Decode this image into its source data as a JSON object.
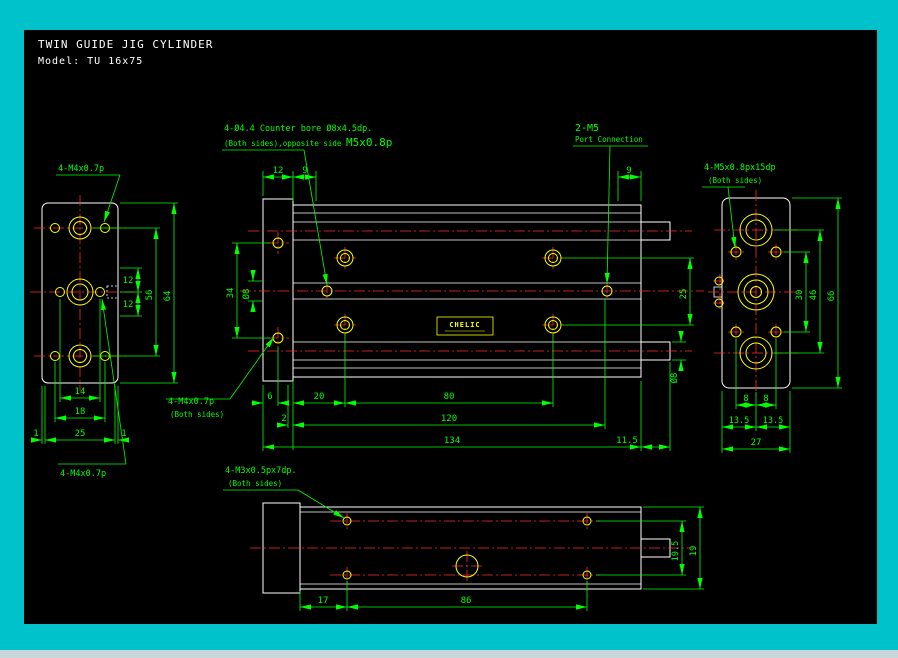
{
  "colors": {
    "frame": "#00c2ca",
    "canvas": "#000000",
    "object": "#ffffff",
    "dimension": "#00ff00",
    "centerline": "#ff2a2a",
    "hole": "#ffff00",
    "brand": "#ffff00"
  },
  "title": {
    "line1": "TWIN GUIDE JIG CYLINDER",
    "line2": "Model:  TU 16x75"
  },
  "left_view": {
    "note_top": "4-M4x0.7p",
    "note_bottom": "4-M4x0.7p",
    "dims": {
      "w14": "14",
      "w18": "18",
      "w25": "25",
      "m1l": "1",
      "m1r": "1",
      "v12a": "12",
      "v12b": "12",
      "v56": "56",
      "v64": "64"
    }
  },
  "front_view": {
    "counterbore_note": {
      "line1": "4-Ø4.4 Counter bore Ø8x4.5dp.",
      "line2": "(Both sides),opposite side",
      "thread": "M5x0.8p"
    },
    "port_note": {
      "line1": "2-M5",
      "line2": "Port Connection"
    },
    "side_note": {
      "line1": "4-M4x0.7p",
      "line2": "(Both sides)"
    },
    "brand": "CHELIC",
    "dims": {
      "t12": "12",
      "t9l": "9",
      "t9r": "9",
      "v34": "34",
      "d8l": "Ø8",
      "v25": "25",
      "d8r": "Ø8",
      "b6": "6",
      "b20": "20",
      "b80": "80",
      "b2": "2",
      "b120": "120",
      "b134": "134",
      "b115": "11.5"
    }
  },
  "right_view": {
    "note": {
      "line1": "4-M5x0.8px15dp",
      "line2": "(Both sides)"
    },
    "dims": {
      "b8l": "8",
      "b8r": "8",
      "b135l": "13.5",
      "b135r": "13.5",
      "b27": "27",
      "v30": "30",
      "v46": "46",
      "v66": "66"
    }
  },
  "bottom_view": {
    "note": {
      "line1": "4-M3x0.5px7dp.",
      "line2": "(Both sides)"
    },
    "dims": {
      "b17": "17",
      "b86": "86",
      "v195": "19.5",
      "v19": "19"
    }
  }
}
